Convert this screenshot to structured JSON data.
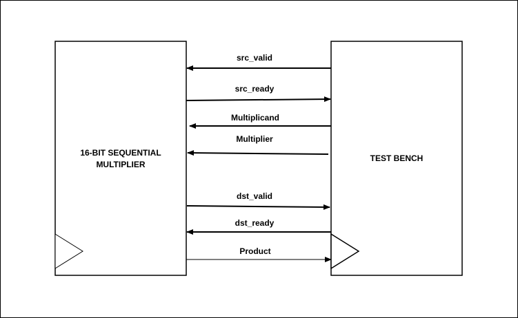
{
  "blocks": {
    "multiplier": {
      "label_line1": "16-BIT SEQUENTIAL",
      "label_line2": "MULTIPLIER"
    },
    "testbench": {
      "label": "TEST BENCH"
    }
  },
  "signals": [
    {
      "id": "src_valid",
      "label": "src_valid",
      "direction": "to-multiplier"
    },
    {
      "id": "src_ready",
      "label": "src_ready",
      "direction": "to-testbench"
    },
    {
      "id": "multiplicand",
      "label": "Multiplicand",
      "direction": "to-multiplier"
    },
    {
      "id": "multiplier",
      "label": "Multiplier",
      "direction": "to-multiplier"
    },
    {
      "id": "dst_valid",
      "label": "dst_valid",
      "direction": "to-testbench"
    },
    {
      "id": "dst_ready",
      "label": "dst_ready",
      "direction": "to-multiplier"
    },
    {
      "id": "product",
      "label": "Product",
      "direction": "to-testbench"
    }
  ]
}
